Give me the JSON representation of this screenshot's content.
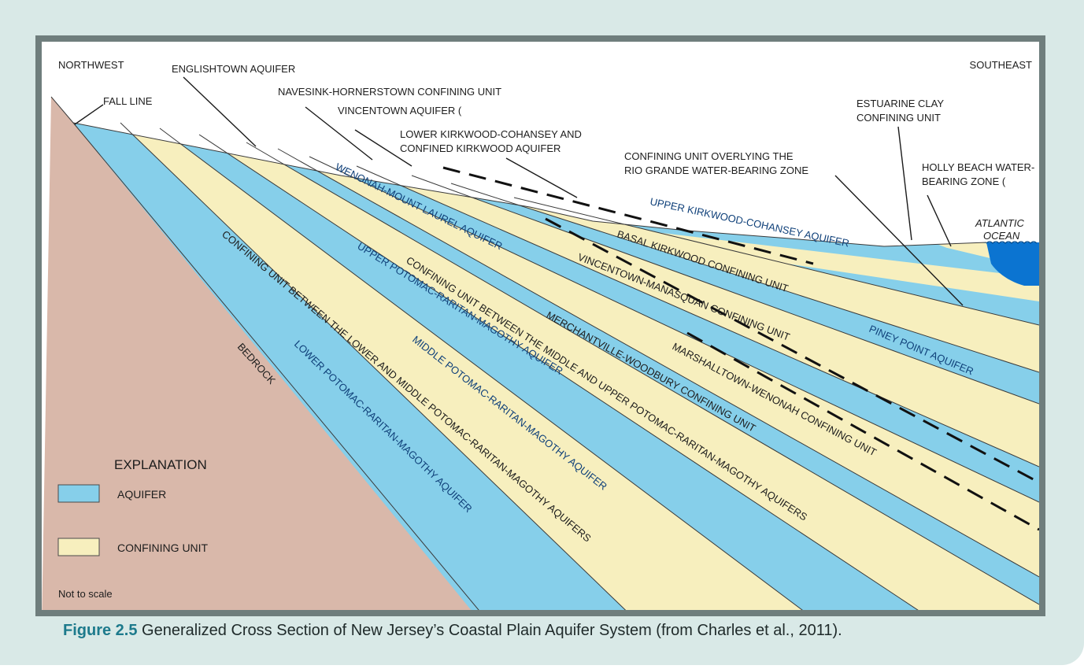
{
  "colors": {
    "aquifer": "#86cfea",
    "confining": "#f7efbe",
    "bedrock": "#d9b8aa",
    "ocean": "#0b74d1",
    "caption_accent": "#1d7a8c"
  },
  "directions": {
    "left": "NORTHWEST",
    "right": "SOUTHEAST"
  },
  "labels": {
    "fall_line": "FALL LINE",
    "englishtown": "ENGLISHTOWN AQUIFER",
    "navesink": "NAVESINK-HORNERSTOWN CONFINING UNIT",
    "vincentown_aquifer": "VINCENTOWN AQUIFER (",
    "lower_kirkwood_1": "LOWER KIRKWOOD-COHANSEY AND",
    "lower_kirkwood_2": "CONFINED KIRKWOOD AQUIFER",
    "rio_grande_1": "CONFINING UNIT OVERLYING THE",
    "rio_grande_2": "RIO GRANDE WATER-BEARING ZONE",
    "estuarine_1": "ESTUARINE CLAY",
    "estuarine_2": "CONFINING UNIT",
    "holly_beach_1": "HOLLY BEACH WATER-",
    "holly_beach_2": "BEARING ZONE (",
    "atlantic_1": "ATLANTIC",
    "atlantic_2": "OCEAN",
    "upper_kirkwood": "UPPER KIRKWOOD-COHANSEY AQUIFER",
    "basal_kirkwood": "BASAL KIRKWOOD CONFINING UNIT",
    "vincentown_manasquan": "VINCENTOWN-MANASQUAN CONFINING UNIT",
    "piney_point": "PINEY POINT AQUIFER",
    "wenonah": "WENONAH-MOUNT LAUREL AQUIFER",
    "marshalltown": "MARSHALLTOWN-WENONAH CONFINING UNIT",
    "merchantville": "MERCHANTVILLE-WOODBURY CONFINING UNIT",
    "upper_prm": "UPPER POTOMAC-RARITAN-MAGOTHY AQUIFER",
    "cu_mid_upper": "CONFINING UNIT BETWEEN THE MIDDLE AND UPPER POTOMAC-RARITAN-MAGOTHY AQUIFERS",
    "middle_prm": "MIDDLE POTOMAC-RARITAN-MAGOTHY AQUIFER",
    "cu_low_mid": "CONFINING UNIT BETWEEN THE LOWER AND MIDDLE POTOMAC-RARITAN-MAGOTHY AQUIFERS",
    "lower_prm": "LOWER POTOMAC-RARITAN-MAGOTHY AQUIFER",
    "bedrock": "BEDROCK"
  },
  "legend": {
    "title": "EXPLANATION",
    "aquifer": "AQUIFER",
    "confining": "CONFINING UNIT"
  },
  "scale_note": "Not to scale",
  "caption": {
    "figure_number": "Figure 2.5",
    "text": " Generalized Cross Section of New Jersey’s Coastal Plain Aquifer System (from Charles et al., 2011)."
  }
}
